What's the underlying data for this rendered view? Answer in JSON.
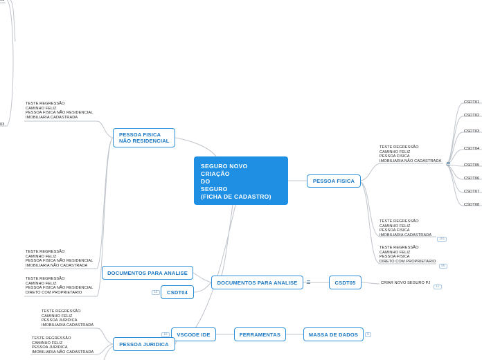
{
  "root": {
    "label": "SEGURO NOVO\nCRIAÇÃO\nDO\nSEGURO\n(FICHA DE CADASTRO)"
  },
  "nodes": {
    "pessoa_fisica_nao_res": "PESSOA FISICA\nNÃO RESIDENCIAL",
    "pessoa_fisica": "PESSOA FISICA",
    "documentos_left": "DOCUMENTOS PARA ANALISE",
    "documentos_center": "DOCUMENTOS PARA ANALISE",
    "csdt04": "CSDT04",
    "csdt05": "CSDT05",
    "vscode": "VSCODE IDE",
    "ferramentas": "FERRAMENTAS",
    "massa": "MASSA DE DADOS",
    "pessoa_juridica": "PESSOA JURIDICA"
  },
  "notes": {
    "pfnr_1": "TESTE REGRESSÃO\nCAMINHO FELIZ\nPESSOA FISICA NÃO RESIDENCIAL\nIMOBILIARIA CADASTRADA",
    "pfnr_2": "TESTE REGRESSÃO\nCAMINHO FELIZ\nPESSOA FISICA NÃO RESIDENCIAL\nIMOBILIARIA NÃO CADASTRADA",
    "pfnr_3": "TESTE REGRESSÃO\nCAMINHO FELIZ\nPESSOA FISICA NÃO RESIDENCIAL\nDIRETO COM PROPRIETARIO",
    "pf_1": "TESTE REGRESSÃO\nCAMINHO FELIZ\nPESSOA FISICA\nIMOBILIARIA NÃO CADASTRADA",
    "pf_2": "TESTE REGRESSÃO\nCAMINHO FELIZ\nPESSOA FISICA\nIMOBILIARIA CADASTRADA",
    "pf_3": "TESTE REGRESSÃO\nCAMINHO FELIZ\nPESSOA FISICA\nDIRETO COM PROPRIETARIO",
    "pj_1": "TESTE REGRESSÃO\nCAMINHO FELIZ\nPESSOA JURIDICA\nIMOBILIARIA CADASTRADA",
    "pj_2": "TESTE REGRESSÃO\nCAMINHO FELIZ\nPESSOA JURIDICA\nIMOBILIARIA NÃO CADASTRADA",
    "criar_pj": "CRIAR NOVO SEGURO PJ",
    "cut_top": "03",
    "cut_mid": "03"
  },
  "leaves": [
    "CSDT01",
    "CSDT02",
    "CSDT03",
    "CSDT04",
    "CSDT05",
    "CSDT06",
    "CSDT07",
    "CSDT08"
  ],
  "badges": {
    "pf_2": "101",
    "pf_3": "96",
    "criar_pj": "12",
    "csdt04": "15",
    "vscode": "15",
    "massa": "6"
  },
  "colors": {
    "node_border": "#2a8fd8",
    "node_text": "#1976c2",
    "root_fill": "#1e8fe3",
    "link": "#b8bec6"
  }
}
